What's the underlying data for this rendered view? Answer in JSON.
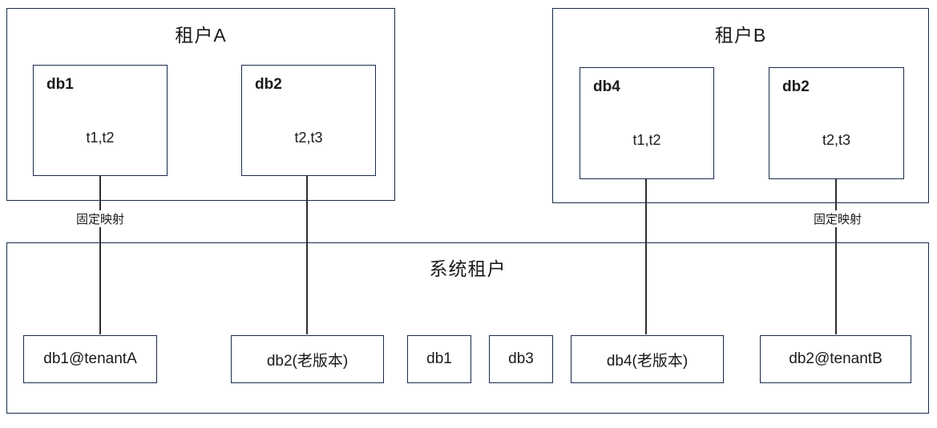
{
  "diagram": {
    "tenant_a": {
      "title": "租户A",
      "databases": [
        {
          "name": "db1",
          "tables": "t1,t2"
        },
        {
          "name": "db2",
          "tables": "t2,t3"
        }
      ]
    },
    "tenant_b": {
      "title": "租户B",
      "databases": [
        {
          "name": "db4",
          "tables": "t1,t2"
        },
        {
          "name": "db2",
          "tables": "t2,t3"
        }
      ]
    },
    "system_tenant": {
      "title": "系统租户",
      "databases": [
        "db1@tenantA",
        "db2(老版本)",
        "db1",
        "db3",
        "db4(老版本)",
        "db2@tenantB"
      ]
    },
    "edge_labels": {
      "left": "固定映射",
      "right": "固定映射"
    },
    "colors": {
      "box_border": "#1b2a4a",
      "connector": "#2e2e2e",
      "text": "#1a1a1a",
      "background": "#ffffff"
    }
  }
}
